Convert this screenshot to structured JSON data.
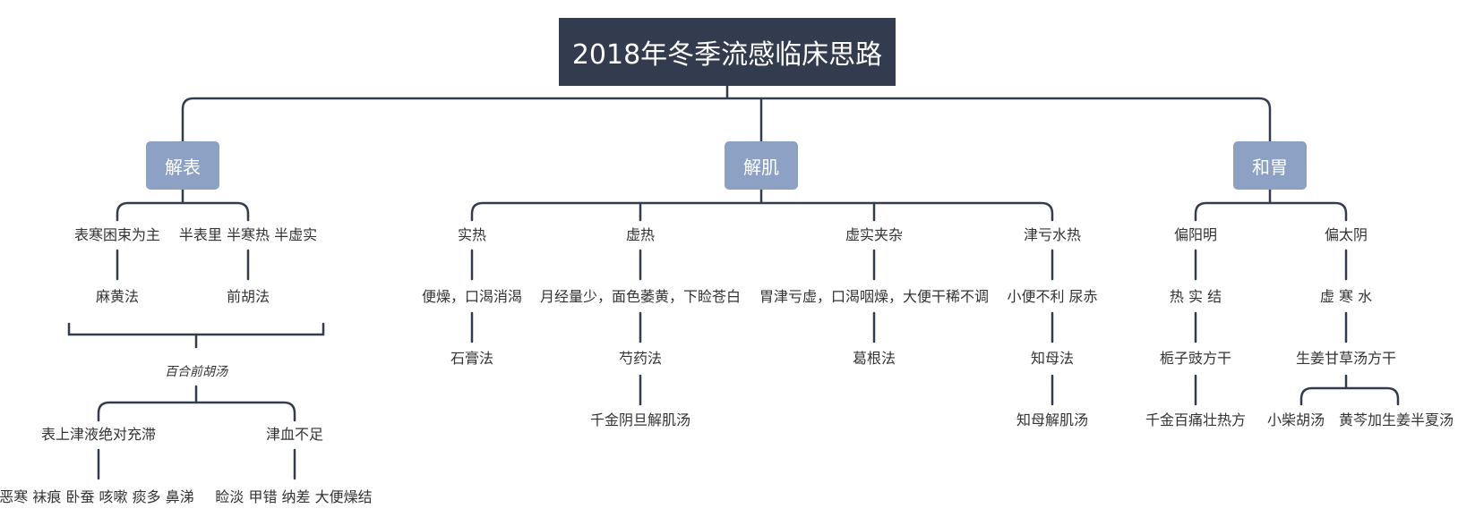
{
  "title": "2018年冬季流感临床思路",
  "categories": {
    "jiebiao": "解表",
    "jieji": "解肌",
    "hewei": "和胃"
  },
  "jiebiao": {
    "left": {
      "label": "表寒困束为主",
      "method": "麻黄法"
    },
    "right": {
      "label": "半表里 半寒热 半虚实",
      "method": "前胡法"
    },
    "formula": "百合前胡汤",
    "sub_left": {
      "label": "表上津液绝对充滞",
      "symptoms": "恶寒 袜痕 卧蚕 咳嗽 痰多 鼻涕"
    },
    "sub_right": {
      "label": "津血不足",
      "symptoms": "睑淡 甲错 纳差 大便燥结"
    }
  },
  "jieji": {
    "shire": {
      "label": "实热",
      "symptom": "便燥，口渴消渴",
      "method": "石膏法"
    },
    "xure": {
      "label": "虚热",
      "symptom": "月经量少，面色萎黄，下睑苍白",
      "method": "芍药法",
      "formula": "千金阴旦解肌汤"
    },
    "xushi": {
      "label": "虚实夹杂",
      "symptom": "胃津亏虚，口渴咽燥，大便干稀不调",
      "method": "葛根法"
    },
    "jinkui": {
      "label": "津亏水热",
      "symptom": "小便不利 尿赤",
      "method": "知母法",
      "formula": "知母解肌汤"
    }
  },
  "hewei": {
    "yangming": {
      "label": "偏阳明",
      "feature": "热 实 结",
      "method": "栀子豉方干",
      "formula": "千金百痛壮热方"
    },
    "taiyin": {
      "label": "偏太阴",
      "feature": "虚 寒 水",
      "method": "生姜甘草汤方干",
      "formula_left": "小柴胡汤",
      "formula_right": "黄芩加生姜半夏汤"
    }
  }
}
